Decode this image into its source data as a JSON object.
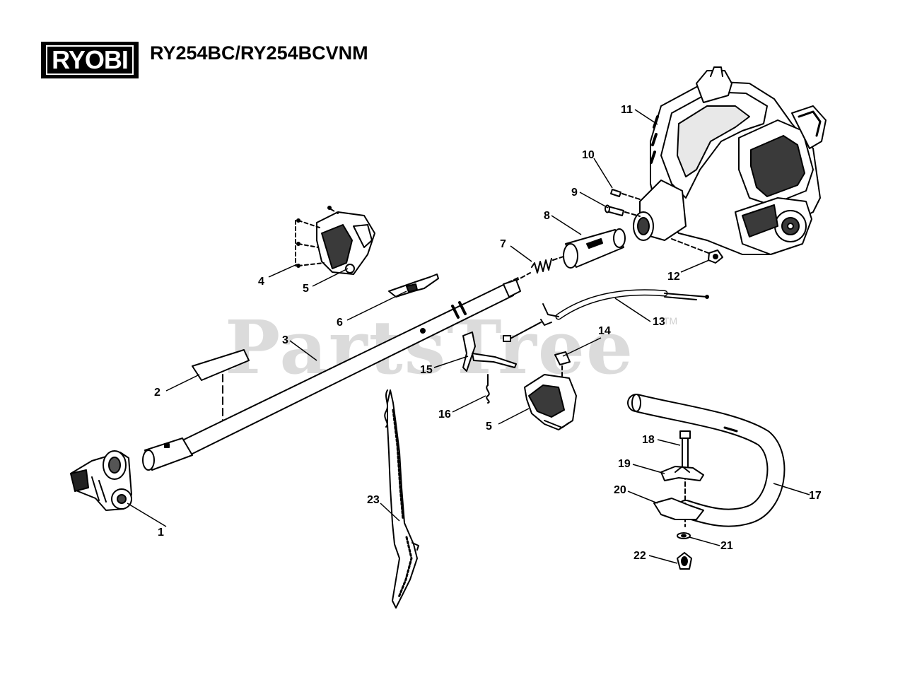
{
  "header": {
    "brand": "RYOBI",
    "model": "RY254BC/RY254BCVNM"
  },
  "watermark": {
    "text": "PartsTree",
    "tm": "TM"
  },
  "callouts": {
    "c1": "1",
    "c2": "2",
    "c3": "3",
    "c4": "4",
    "c5a": "5",
    "c5b": "5",
    "c6": "6",
    "c7": "7",
    "c8": "8",
    "c9": "9",
    "c10": "10",
    "c11": "11",
    "c12": "12",
    "c13": "13",
    "c14": "14",
    "c15": "15",
    "c16": "16",
    "c17": "17",
    "c18": "18",
    "c19": "19",
    "c20": "20",
    "c21": "21",
    "c22": "22",
    "c23": "23"
  },
  "colors": {
    "ink": "#000000",
    "watermark": "#cfcfcf",
    "part_fill": "#ffffff",
    "part_shade": "#2a2a2a"
  }
}
